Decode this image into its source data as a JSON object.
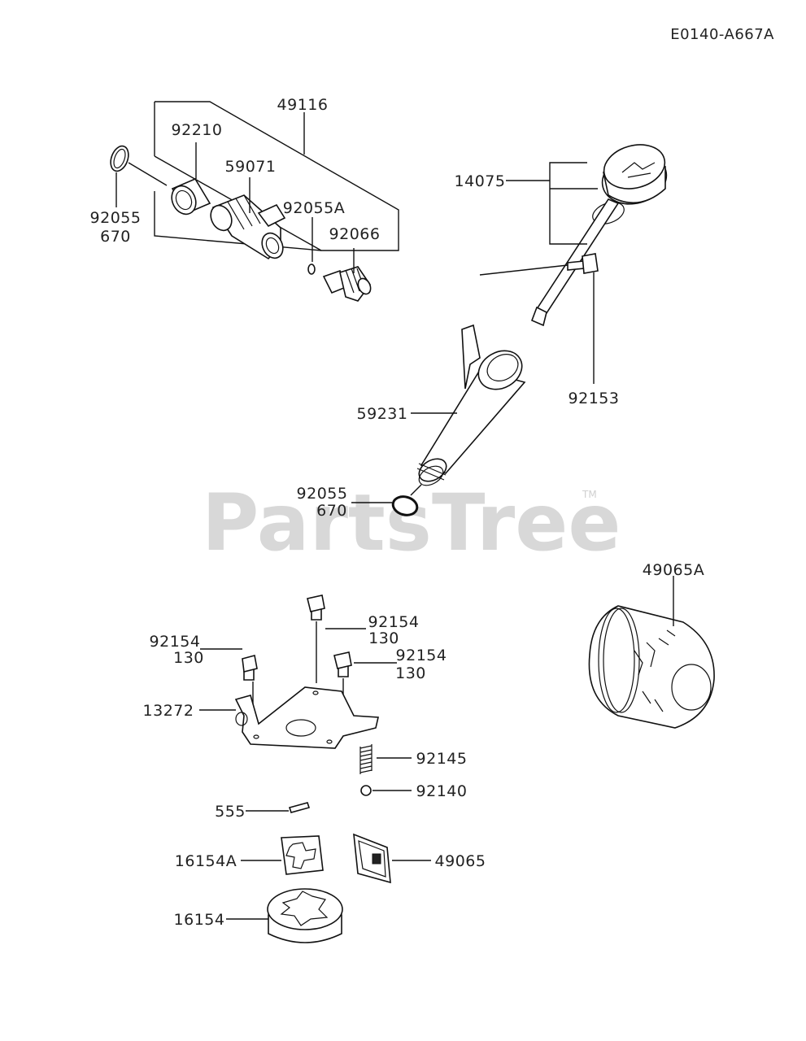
{
  "diagram_code": "E0140-A667A",
  "watermark": {
    "text": "PartsTree",
    "tm": "TM"
  },
  "parts": {
    "p49116": "49116",
    "p92210": "92210",
    "p59071": "59071",
    "p92055A": "92055A",
    "p92066": "92066",
    "p92055_top": [
      "92055",
      "670"
    ],
    "p14075": "14075",
    "p92153": "92153",
    "p59231": "59231",
    "p92055_mid": [
      "92055",
      "670"
    ],
    "p49065A": "49065A",
    "p92154_a": [
      "92154",
      "130"
    ],
    "p92154_b": [
      "92154",
      "130"
    ],
    "p92154_c": [
      "92154",
      "130"
    ],
    "p13272": "13272",
    "p92145": "92145",
    "p92140": "92140",
    "p555": "555",
    "p16154A": "16154A",
    "p49065": "49065",
    "p16154": "16154"
  }
}
